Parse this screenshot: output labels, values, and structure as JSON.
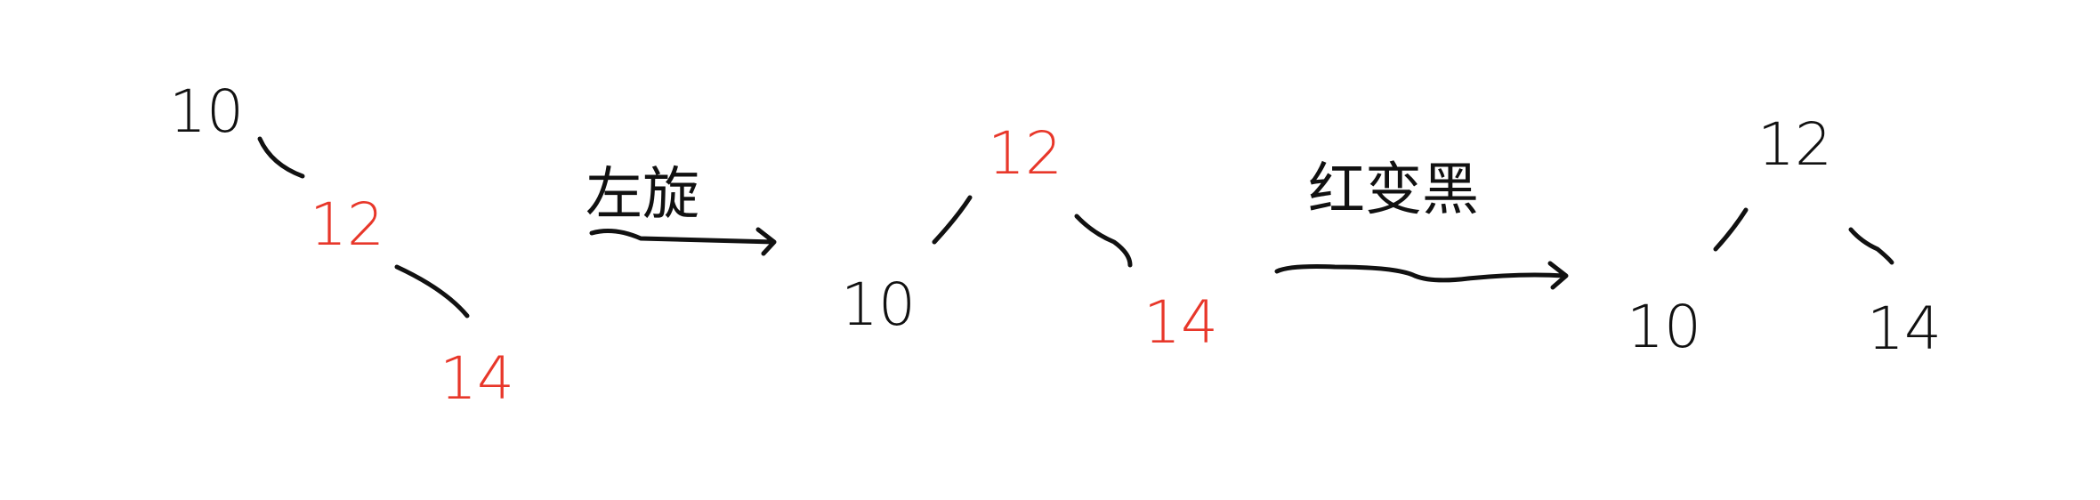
{
  "colors": {
    "ink": "#111111",
    "highlight": "#e8372a"
  },
  "stages": [
    {
      "nodes": [
        {
          "label": "10",
          "color": "ink"
        },
        {
          "label": "12",
          "color": "highlight"
        },
        {
          "label": "14",
          "color": "highlight"
        }
      ]
    },
    {
      "nodes": [
        {
          "label": "12",
          "color": "highlight"
        },
        {
          "label": "10",
          "color": "ink"
        },
        {
          "label": "14",
          "color": "highlight"
        }
      ]
    },
    {
      "nodes": [
        {
          "label": "12",
          "color": "ink"
        },
        {
          "label": "10",
          "color": "ink"
        },
        {
          "label": "14",
          "color": "ink"
        }
      ]
    }
  ],
  "transitions": [
    {
      "label": "左旋"
    },
    {
      "label": "红变黑"
    }
  ]
}
